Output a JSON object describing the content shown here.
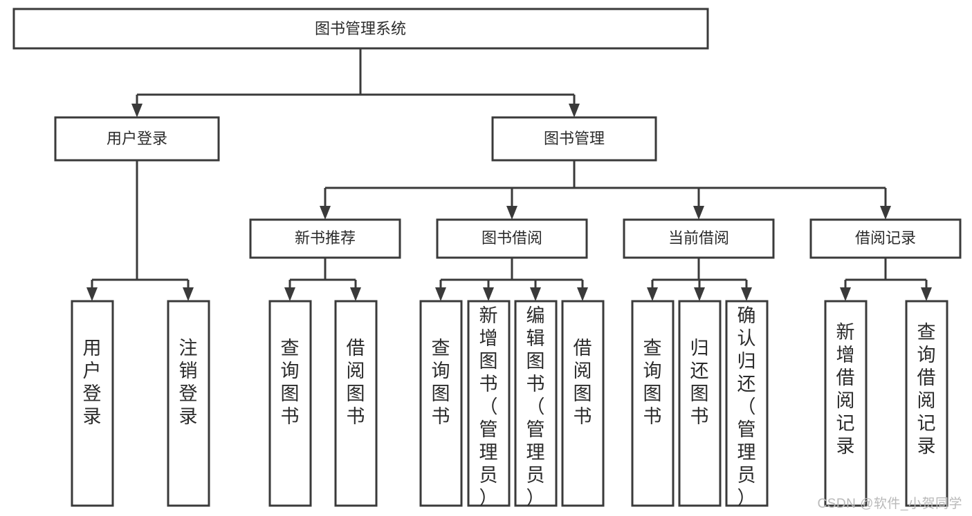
{
  "diagram": {
    "type": "tree-hierarchy-chart",
    "title": "图书管理系统",
    "watermark": "CSDN @软件_小贺同学",
    "colors": {
      "stroke": "#3a3a3a",
      "fill": "#ffffff",
      "text": "#2b2b2b",
      "watermark": "#b9b9b9",
      "background": "#ffffff"
    },
    "levels": {
      "root": {
        "label": "图书管理系统"
      },
      "level2": [
        {
          "label": "用户登录"
        },
        {
          "label": "图书管理"
        }
      ],
      "level3": [
        {
          "label": "新书推荐",
          "parent": "图书管理"
        },
        {
          "label": "图书借阅",
          "parent": "图书管理"
        },
        {
          "label": "当前借阅",
          "parent": "图书管理"
        },
        {
          "label": "借阅记录",
          "parent": "图书管理"
        }
      ],
      "leaves": [
        {
          "label": "用户登录",
          "parent": "用户登录"
        },
        {
          "label": "注销登录",
          "parent": "用户登录"
        },
        {
          "label": "查询图书",
          "parent": "新书推荐"
        },
        {
          "label": "借阅图书",
          "parent": "新书推荐"
        },
        {
          "label": "查询图书",
          "parent": "图书借阅"
        },
        {
          "label": "新增图书（管理员）",
          "parent": "图书借阅"
        },
        {
          "label": "编辑图书（管理员）",
          "parent": "图书借阅"
        },
        {
          "label": "借阅图书",
          "parent": "图书借阅"
        },
        {
          "label": "查询图书",
          "parent": "当前借阅"
        },
        {
          "label": "归还图书",
          "parent": "当前借阅"
        },
        {
          "label": "确认归还（管理员）",
          "parent": "当前借阅"
        },
        {
          "label": "新增借阅记录",
          "parent": "借阅记录"
        },
        {
          "label": "查询借阅记录",
          "parent": "借阅记录"
        }
      ]
    }
  }
}
